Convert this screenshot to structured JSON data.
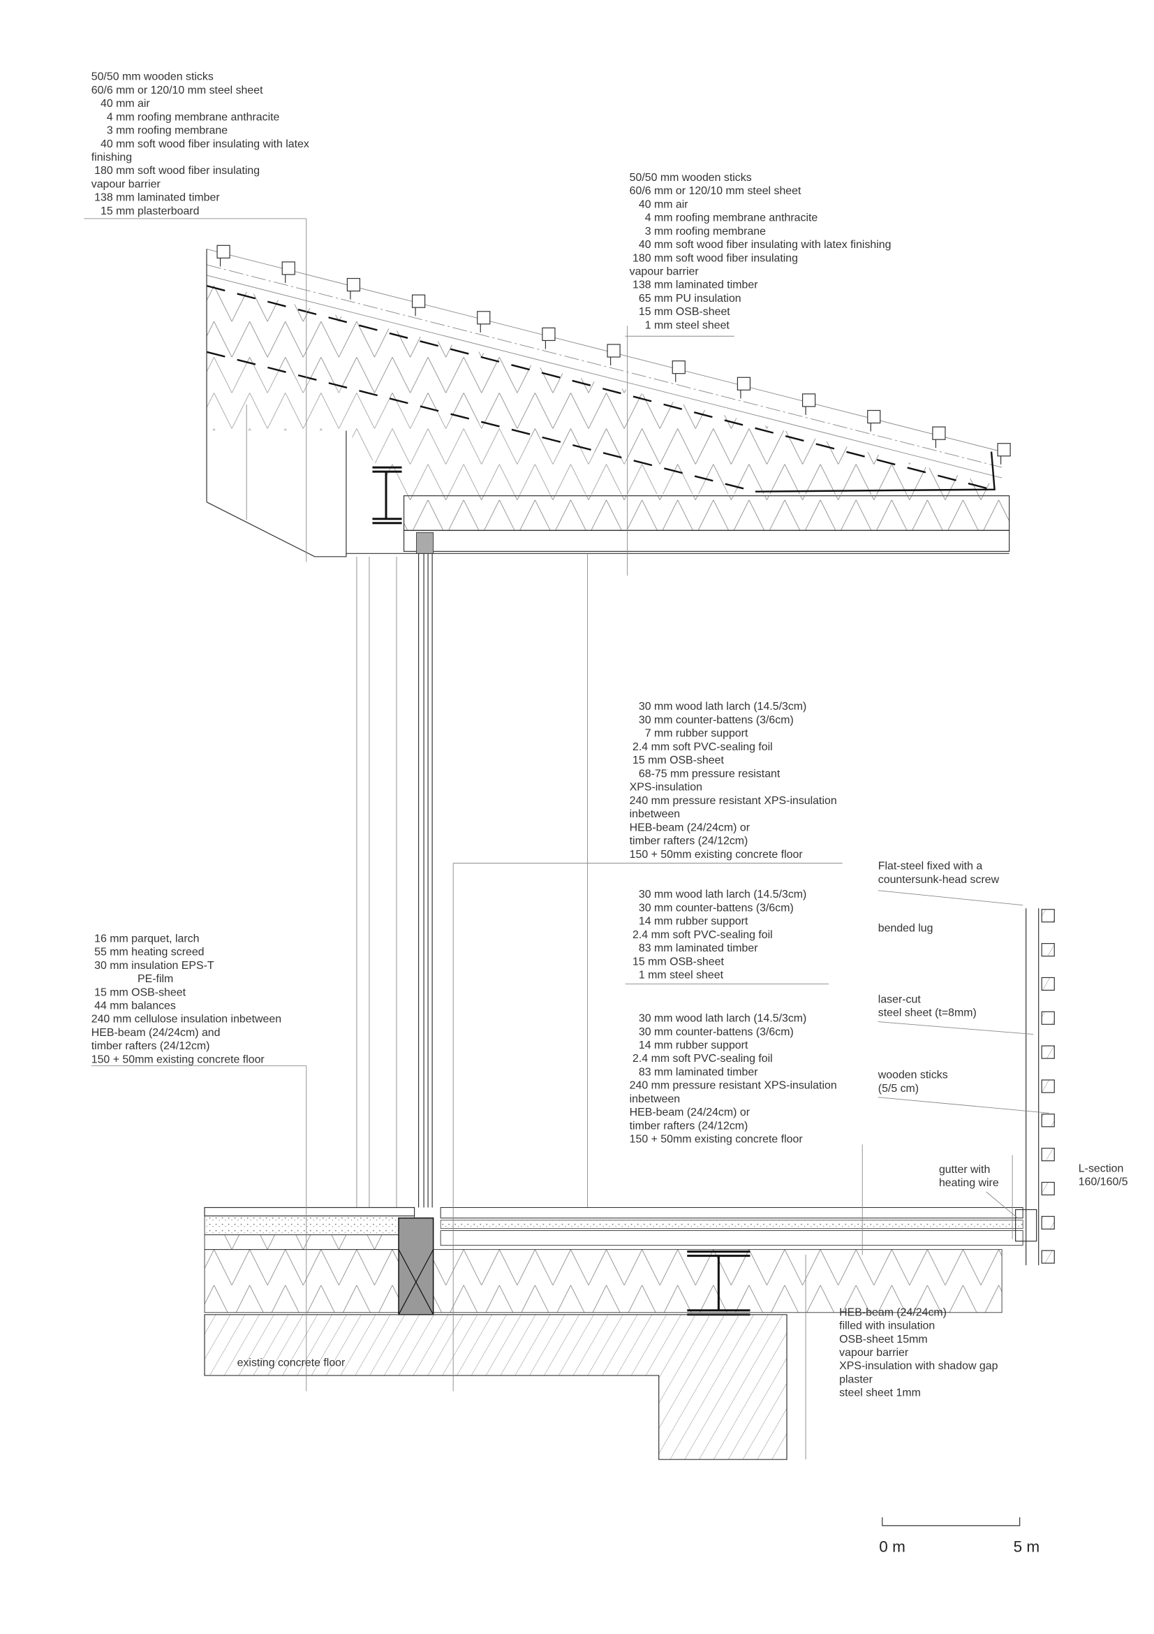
{
  "drawing": {
    "roof_left": {
      "lines": [
        "50/50 mm wooden sticks",
        "60/6 mm or 120/10 mm steel sheet",
        "   40 mm air",
        "     4 mm roofing membrane anthracite",
        "     3 mm roofing membrane",
        "   40 mm soft wood fiber insulating with latex",
        "finishing",
        " 180 mm soft wood fiber insulating",
        "vapour barrier",
        " 138 mm laminated timber",
        "   15 mm plasterboard"
      ]
    },
    "roof_right": {
      "lines": [
        "50/50 mm wooden sticks",
        "60/6 mm or 120/10 mm steel sheet",
        "   40 mm air",
        "     4 mm roofing membrane anthracite",
        "     3 mm roofing membrane",
        "   40 mm soft wood fiber insulating with latex finishing",
        " 180 mm soft wood fiber insulating",
        "vapour barrier",
        " 138 mm laminated timber",
        "   65 mm PU insulation",
        "   15 mm OSB-sheet",
        "     1 mm steel sheet"
      ]
    },
    "terrace_1": {
      "lines": [
        "   30 mm wood lath larch (14.5/3cm)",
        "   30 mm counter-battens (3/6cm)",
        "     7 mm rubber support",
        " 2.4 mm soft PVC-sealing foil",
        " 15 mm OSB-sheet",
        "   68-75 mm pressure resistant",
        "XPS-insulation",
        "240 mm pressure resistant XPS-insulation",
        "inbetween",
        "HEB-beam (24/24cm) or",
        "timber rafters (24/12cm)",
        "150 + 50mm existing concrete floor"
      ]
    },
    "terrace_2": {
      "lines": [
        "   30 mm wood lath larch (14.5/3cm)",
        "   30 mm counter-battens (3/6cm)",
        "   14 mm rubber support",
        " 2.4 mm soft PVC-sealing foil",
        "   83 mm laminated timber",
        " 15 mm OSB-sheet",
        "   1 mm steel sheet"
      ]
    },
    "terrace_3": {
      "lines": [
        "   30 mm wood lath larch (14.5/3cm)",
        "   30 mm counter-battens (3/6cm)",
        "   14 mm rubber support",
        " 2.4 mm soft PVC-sealing foil",
        "   83 mm laminated timber",
        "240 mm pressure resistant XPS-insulation",
        "inbetween",
        "HEB-beam (24/24cm) or",
        "timber rafters (24/12cm)",
        "150 + 50mm existing concrete floor"
      ]
    },
    "floor_inside": {
      "lines": [
        " 16 mm parquet, larch",
        " 55 mm heating screed",
        " 30 mm insulation EPS-T",
        "               PE-film",
        " 15 mm OSB-sheet",
        " 44 mm balances",
        "240 mm cellulose insulation inbetween",
        "HEB-beam (24/24cm) and",
        "timber rafters (24/12cm)",
        "150 + 50mm existing concrete floor"
      ]
    },
    "flat_steel": {
      "lines": [
        "Flat-steel fixed with a",
        "countersunk-head screw"
      ]
    },
    "bended_lug": {
      "lines": [
        "bended lug"
      ]
    },
    "laser_cut": {
      "lines": [
        "laser-cut",
        "steel sheet (t=8mm)"
      ]
    },
    "wooden_sticks": {
      "lines": [
        "wooden sticks",
        "(5/5 cm)"
      ]
    },
    "gutter": {
      "lines": [
        "gutter with",
        "heating wire"
      ]
    },
    "l_section": {
      "lines": [
        "L-section",
        "160/160/5"
      ]
    },
    "heb_beam": {
      "lines": [
        "HEB-beam (24/24cm)",
        "filled with insulation",
        "OSB-sheet 15mm",
        "vapour barrier",
        "XPS-insulation with shadow gap",
        "plaster",
        "steel sheet 1mm"
      ]
    },
    "concrete": {
      "lines": [
        "existing concrete floor"
      ]
    }
  },
  "scale_bar": {
    "start": "0 m",
    "end": "5 m"
  }
}
